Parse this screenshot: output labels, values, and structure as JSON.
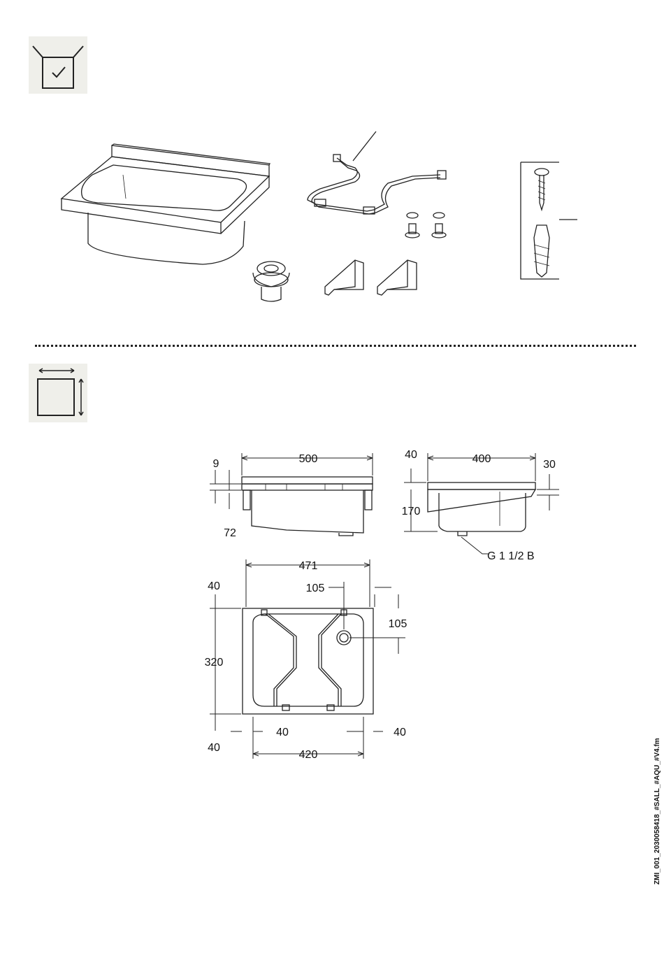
{
  "icons": {
    "scope": "scope-of-delivery-icon",
    "dimensions": "dimensions-icon"
  },
  "dimensions": {
    "front_width": "500",
    "rim_height": "9",
    "bracket_offset": "72",
    "side_offset": "40",
    "side_depth": "400",
    "side_rim": "30",
    "side_height": "170",
    "drain_thread": "G 1 1/2 B",
    "top_width": "471",
    "top_left_offset": "40",
    "drain_x": "105",
    "drain_y": "105",
    "top_depth": "320",
    "bottom_left_offset": "40",
    "bottom_inner_left": "40",
    "bottom_inner_right": "40",
    "bracket_spacing": "420"
  },
  "footer": {
    "doc_code": "ZMI_001_2030058418_#SALL_#AQU_#V4.fm"
  }
}
